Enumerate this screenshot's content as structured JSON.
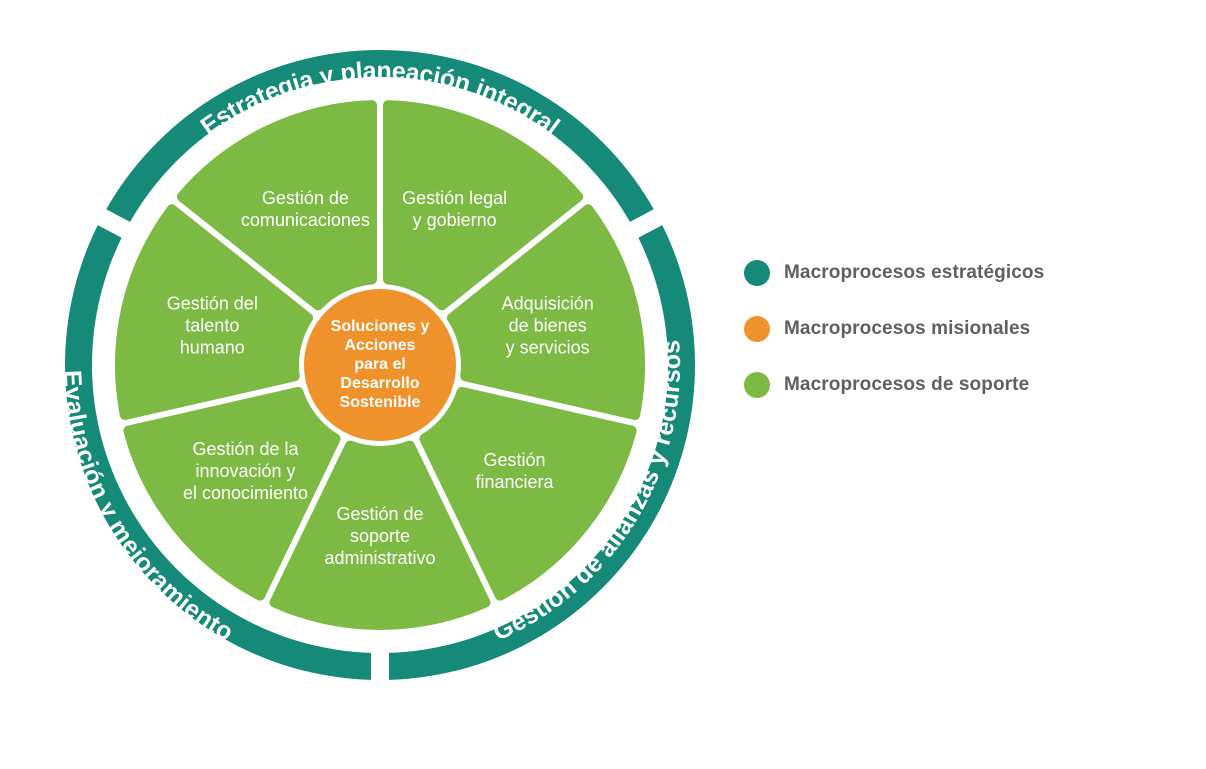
{
  "colors": {
    "estrategicos": "#158a78",
    "misionales": "#f0922b",
    "soporte": "#7dba44"
  },
  "ring_labels": {
    "top": "Estrategia y planeación integral",
    "left": "Evaluación y mejoramiento",
    "right": "Gestión de alianzas y recursos"
  },
  "center_label": [
    "Soluciones y",
    "Acciones",
    "para el",
    "Desarrollo",
    "Sostenible"
  ],
  "segments": [
    {
      "name": "legal",
      "lines": [
        "Gestión legal",
        "y gobierno"
      ]
    },
    {
      "name": "adquisicion",
      "lines": [
        "Adquisición",
        "de bienes",
        "y servicios"
      ]
    },
    {
      "name": "financiera",
      "lines": [
        "Gestión",
        "financiera"
      ]
    },
    {
      "name": "soporte-administrativo",
      "lines": [
        "Gestión de",
        "soporte",
        "administrativo"
      ]
    },
    {
      "name": "innovacion",
      "lines": [
        "Gestión de la",
        "innovación y",
        "el conocimiento"
      ]
    },
    {
      "name": "talento",
      "lines": [
        "Gestión del",
        "talento",
        "humano"
      ]
    },
    {
      "name": "comunicaciones",
      "lines": [
        "Gestión de",
        "comunicaciones"
      ]
    }
  ],
  "legend": [
    {
      "label": "Macroprocesos estratégicos",
      "color": "#158a78"
    },
    {
      "label": "Macroprocesos misionales",
      "color": "#f0922b"
    },
    {
      "label": "Macroprocesos de soporte",
      "color": "#7dba44"
    }
  ]
}
